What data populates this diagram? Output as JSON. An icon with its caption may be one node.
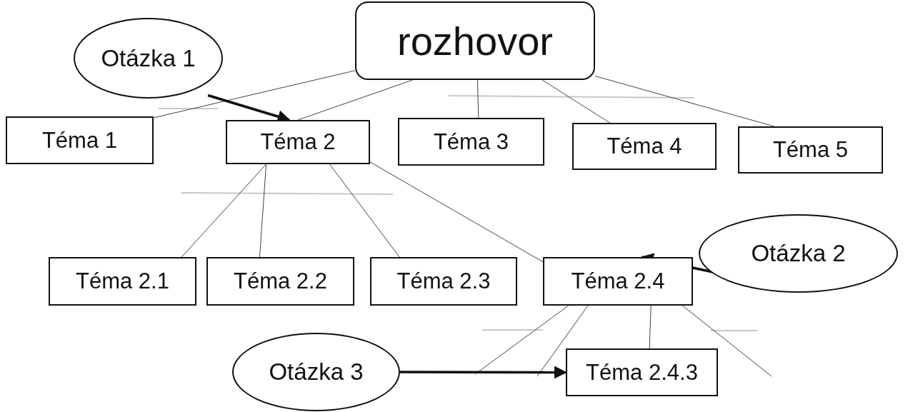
{
  "diagram": {
    "nodes": [
      {
        "text": [
          "rozhovor"
        ]
      },
      {
        "text": [
          "Otázka 1"
        ]
      },
      {
        "text": [
          "Téma 1"
        ]
      },
      {
        "text": [
          "Téma 2"
        ]
      },
      {
        "text": [
          "Téma 3"
        ]
      },
      {
        "text": [
          "Téma 4"
        ]
      },
      {
        "text": [
          "Téma 5"
        ]
      },
      {
        "text": [
          "Otázka 2"
        ]
      },
      {
        "text": [
          "Téma 2.1"
        ]
      },
      {
        "text": [
          "Téma 2.2"
        ]
      },
      {
        "text": [
          "Téma 2.3"
        ]
      },
      {
        "text": [
          "Téma 2.4"
        ]
      },
      {
        "text": [
          "Otázka 3"
        ]
      },
      {
        "text": [
          "Téma 2.4.3"
        ]
      }
    ],
    "edges": [
      {
        "from": 0,
        "to": 2,
        "arrow": "none"
      },
      {
        "from": 0,
        "to": 3,
        "arrow": "none"
      },
      {
        "from": 0,
        "to": 4,
        "arrow": "none"
      },
      {
        "from": 0,
        "to": 5,
        "arrow": "none"
      },
      {
        "from": 0,
        "to": 6,
        "arrow": "none"
      },
      {
        "from": 1,
        "to": 3,
        "arrow": "to",
        "style": "thick"
      },
      {
        "from": 3,
        "to": 8,
        "arrow": "none"
      },
      {
        "from": 3,
        "to": 9,
        "arrow": "none"
      },
      {
        "from": 3,
        "to": 10,
        "arrow": "none"
      },
      {
        "from": 3,
        "to": 11,
        "arrow": "none"
      },
      {
        "from": 7,
        "to": 11,
        "arrow": "to",
        "style": "thick"
      },
      {
        "from": 11,
        "to": null,
        "arrow": "none"
      },
      {
        "from": 11,
        "to": null,
        "arrow": "none"
      },
      {
        "from": 11,
        "to": 13,
        "arrow": "none"
      },
      {
        "from": 11,
        "to": null,
        "arrow": "none"
      },
      {
        "from": 12,
        "to": 13,
        "arrow": "to",
        "style": "thick"
      }
    ]
  }
}
